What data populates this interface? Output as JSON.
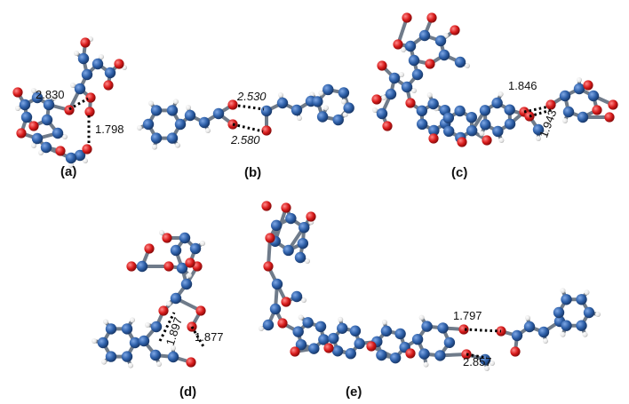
{
  "panels": [
    {
      "id": "a",
      "label": "(a)",
      "distances": [
        "2.830",
        "1.798"
      ]
    },
    {
      "id": "b",
      "label": "(b)",
      "distances": [
        "2.530",
        "2.580"
      ]
    },
    {
      "id": "c",
      "label": "(c)",
      "distances": [
        "1.846",
        "1.943"
      ]
    },
    {
      "id": "d",
      "label": "(d)",
      "distances": [
        "1.897",
        "1.877"
      ]
    },
    {
      "id": "e",
      "label": "(e)",
      "distances": [
        "1.797",
        "2.857"
      ]
    }
  ],
  "colors": {
    "carbon": "#2d5fa8",
    "oxygen": "#d81b1b",
    "hydrogen": "#ececec",
    "bond": "#6f7b8a",
    "hbond": "#000000"
  },
  "legend_note": ""
}
